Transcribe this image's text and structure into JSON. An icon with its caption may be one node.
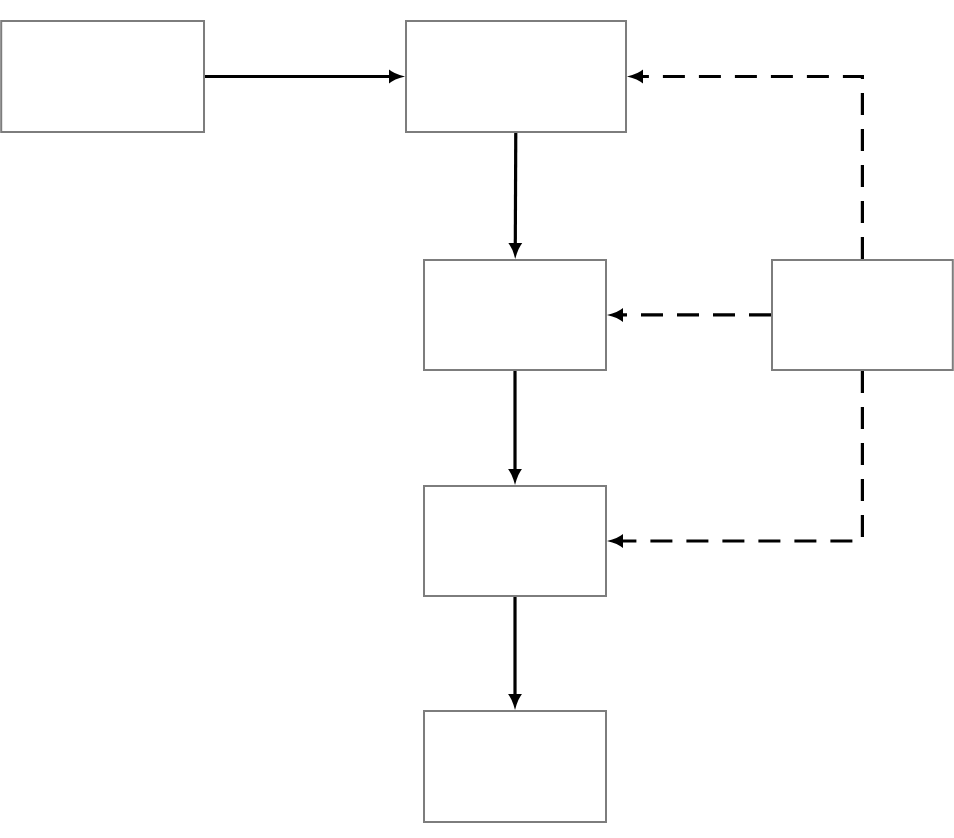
{
  "diagram": {
    "nodes": [
      {
        "text": [],
        "shape": "box"
      },
      {
        "text": [],
        "shape": "box"
      },
      {
        "text": [],
        "shape": "box"
      },
      {
        "text": [],
        "shape": "box"
      },
      {
        "text": [],
        "shape": "box"
      },
      {
        "text": [],
        "shape": "box"
      }
    ],
    "edges": [
      {
        "from": 0,
        "to": 1,
        "arrow": "to"
      },
      {
        "from": 1,
        "to": 2,
        "arrow": "to"
      },
      {
        "from": 2,
        "to": 4,
        "arrow": "to"
      },
      {
        "from": 4,
        "to": 5,
        "arrow": "to"
      },
      {
        "from": 3,
        "to": 1,
        "arrow": "to",
        "style": "dashed"
      },
      {
        "from": 3,
        "to": 2,
        "arrow": "to",
        "style": "dashed"
      },
      {
        "from": 3,
        "to": 4,
        "arrow": "to",
        "style": "dashed"
      }
    ]
  }
}
